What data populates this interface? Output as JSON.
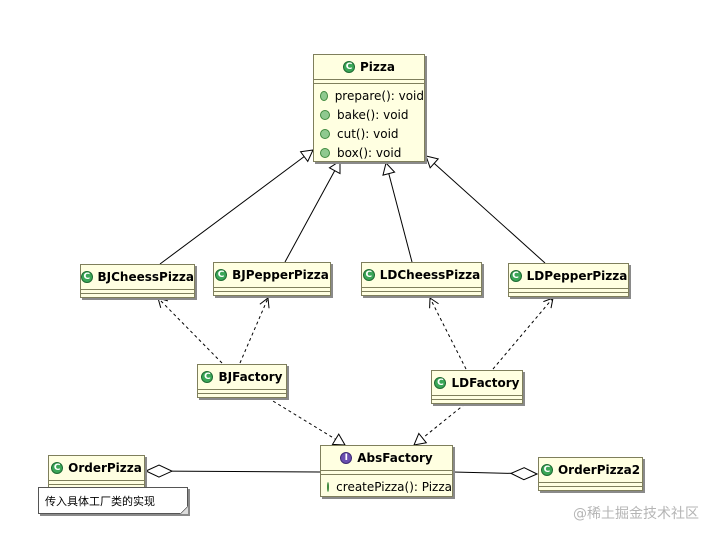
{
  "classes": {
    "pizza": {
      "name": "Pizza",
      "methods": [
        "prepare(): void",
        "bake(): void",
        "cut(): void",
        "box(): void"
      ]
    },
    "bjcheess": {
      "name": "BJCheessPizza"
    },
    "bjpepper": {
      "name": "BJPepperPizza"
    },
    "ldcheess": {
      "name": "LDCheessPizza"
    },
    "ldpepper": {
      "name": "LDPepperPizza"
    },
    "bjfactory": {
      "name": "BJFactory"
    },
    "ldfactory": {
      "name": "LDFactory"
    },
    "absfactory": {
      "name": "AbsFactory",
      "methods": [
        "createPizza(): Pizza"
      ]
    },
    "orderpizza": {
      "name": "OrderPizza"
    },
    "orderpizza2": {
      "name": "OrderPizza2"
    }
  },
  "badges": {
    "class": "C",
    "interface": "I"
  },
  "note": "传入具体工厂类的实现",
  "watermark": "@稀土掘金技术社区",
  "colors": {
    "class_fill": "#ffffe1",
    "class_badge": "#3aa657",
    "interface_badge": "#6a4fb0"
  }
}
